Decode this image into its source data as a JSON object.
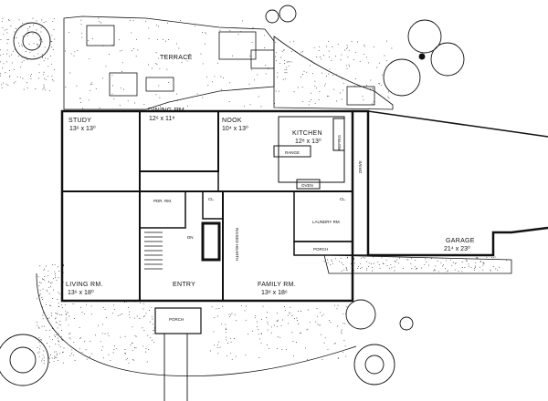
{
  "plan": {
    "terrace": "TERRACE",
    "study": {
      "name": "STUDY",
      "dims": "13⁶ x 13⁰"
    },
    "dining": {
      "name": "DINING RM.",
      "dims": "12⁶ x 11⁸"
    },
    "nook": {
      "name": "NOOK",
      "dims": "10⁴ x 13⁰"
    },
    "kitchen": {
      "name": "KITCHEN",
      "dims": "12⁸ x 13⁰"
    },
    "range": "RANGE",
    "pwdr": "PDR. RM.",
    "cl1": "CL.",
    "cl2": "CL.",
    "oven": "OVEN",
    "refrig": "REFRIG",
    "laundry": "LAUNDRY RM.",
    "porch_side": "PORCH",
    "garage": {
      "name": "GARAGE",
      "dims": "21⁴ x 23⁰"
    },
    "drive": "DRIVE",
    "living": {
      "name": "LIVING RM.",
      "dims": "13⁶ x 18⁰"
    },
    "entry": "ENTRY",
    "family": {
      "name": "FAMILY RM.",
      "dims": "13⁸ x 18⁶"
    },
    "porch_front": "PORCH",
    "hearth": "RAISED HEARTH",
    "dn": "DN"
  },
  "colors": {
    "line": "#111111",
    "paper": "#ffffff"
  }
}
